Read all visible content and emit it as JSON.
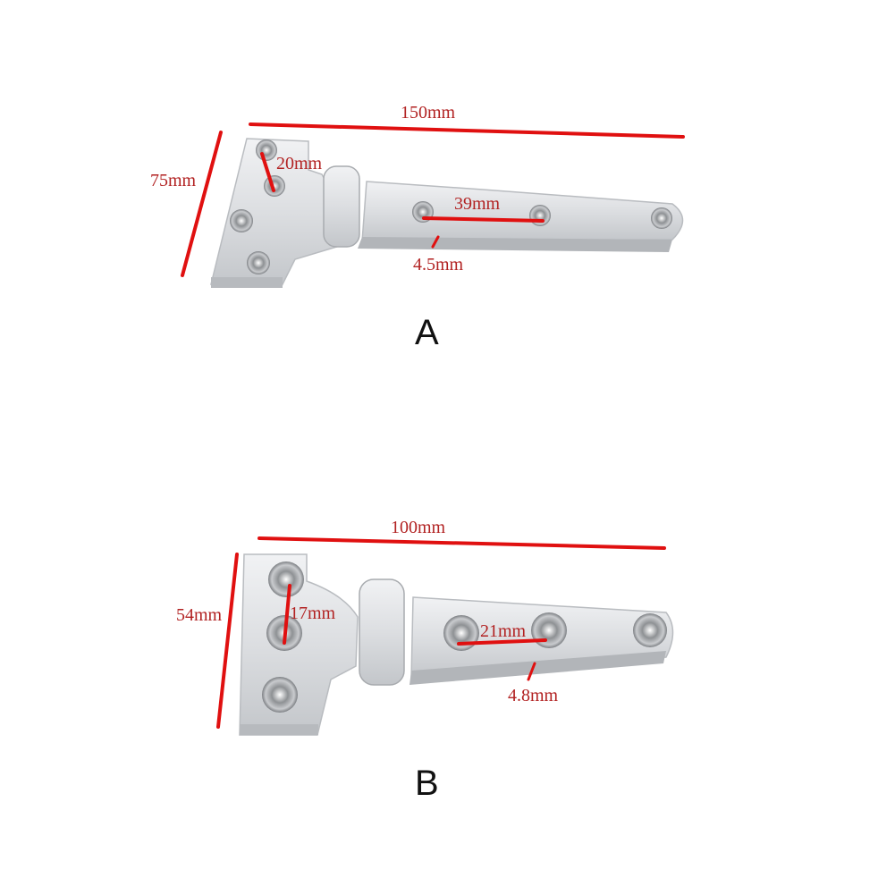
{
  "colors": {
    "dimension": "#e01010",
    "label_text": "#b22222",
    "metal": "#d9dbde",
    "metal_dark": "#a6a9ad"
  },
  "hinge_a": {
    "label": "A",
    "length": "150mm",
    "height": "75mm",
    "hole_spacing_leaf": "20mm",
    "hole_spacing_strap": "39mm",
    "thickness": "4.5mm"
  },
  "hinge_b": {
    "label": "B",
    "length": "100mm",
    "height": "54mm",
    "hole_spacing_leaf": "17mm",
    "hole_spacing_strap": "21mm",
    "thickness": "4.8mm"
  }
}
